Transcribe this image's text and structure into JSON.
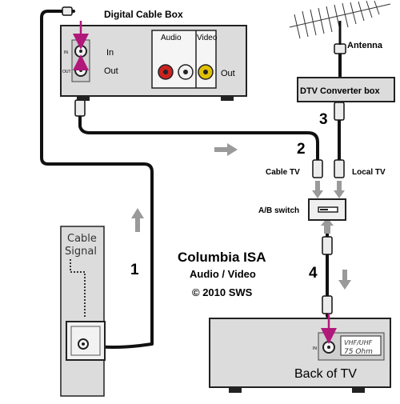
{
  "labels": {
    "cable_box_title": "Digital Cable Box",
    "cable_box_in": "In",
    "cable_box_out": "Out",
    "port_in_small": "IN",
    "port_out_small": "OUT",
    "audio": "Audio",
    "video": "Video",
    "av_out": "Out",
    "antenna": "Antenna",
    "converter": "DTV Converter box",
    "cable_tv": "Cable TV",
    "local_tv": "Local TV",
    "ab_switch": "A/B switch",
    "cable_signal_1": "Cable",
    "cable_signal_2": "Signal",
    "brand_1": "Columbia ISA",
    "brand_2": "Audio / Video",
    "brand_3": "© 2010 SWS",
    "tv_in": "IN",
    "tv_vhf": "VHF/UHF",
    "tv_ohm": "75 Ohm",
    "back_of_tv": "Back of TV",
    "step_1": "1",
    "step_2": "2",
    "step_3": "3",
    "step_4": "4"
  },
  "colors": {
    "cable": "#111111",
    "box_fill": "#dcdcdc",
    "box_stroke": "#222222",
    "arrow_gray": "#9a9a9a",
    "signal_arrow": "#b0187a",
    "rca_red": "#cc2222",
    "rca_white": "#f2f2f2",
    "rca_yellow": "#e0c000"
  }
}
